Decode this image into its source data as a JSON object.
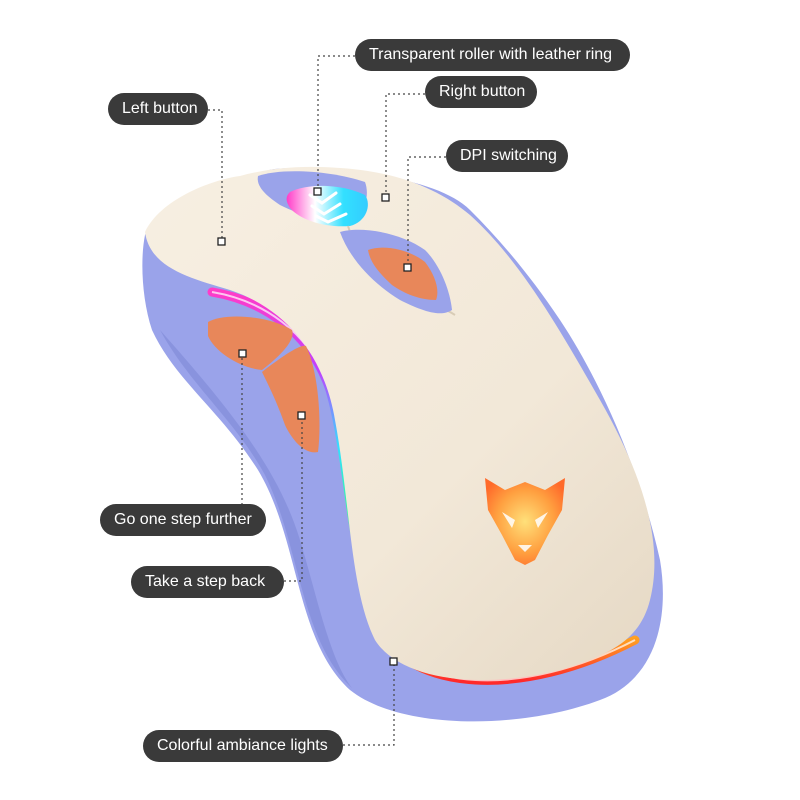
{
  "callouts": {
    "roller": "Transparent roller with leather ring",
    "right_button": "Right button",
    "left_button": "Left button",
    "dpi": "DPI switching",
    "forward": "Go one step further",
    "back": "Take a step back",
    "lights": "Colorful ambiance lights"
  },
  "colors": {
    "shell": "#f2e8d8",
    "base": "#9aa3ea",
    "accent": "#e8875a",
    "label_bg": "#3a3a3a",
    "label_text": "#ffffff"
  },
  "logo": {
    "icon": "fox-logo-icon"
  }
}
